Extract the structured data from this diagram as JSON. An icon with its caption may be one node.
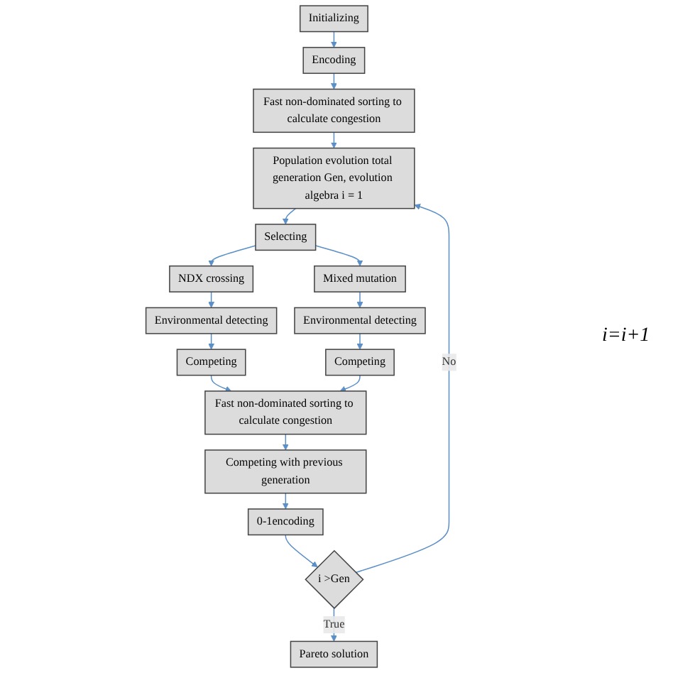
{
  "diagram": {
    "nodes": [
      {
        "text": [
          "Initializing"
        ]
      },
      {
        "text": [
          "Encoding"
        ]
      },
      {
        "text": [
          "Fast non-dominated sorting to calculate congestion"
        ]
      },
      {
        "text": [
          "Population evolution total generation Gen, evolution algebra i = 1"
        ]
      },
      {
        "text": [
          "Selecting"
        ]
      },
      {
        "text": [
          "NDX crossing"
        ]
      },
      {
        "text": [
          "Mixed mutation"
        ]
      },
      {
        "text": [
          "Environmental detecting"
        ]
      },
      {
        "text": [
          "Environmental detecting"
        ]
      },
      {
        "text": [
          "Competing"
        ]
      },
      {
        "text": [
          "Competing"
        ]
      },
      {
        "text": [
          "Fast non-dominated sorting to calculate congestion"
        ]
      },
      {
        "text": [
          "Competing with previous generation"
        ]
      },
      {
        "text": [
          "0-1encoding"
        ]
      },
      {
        "text": [
          "i >Gen"
        ]
      },
      {
        "text": [
          "Pareto solution"
        ]
      }
    ],
    "edges": [
      {
        "from": 0,
        "to": 1,
        "arrow": "to"
      },
      {
        "from": 1,
        "to": 2,
        "arrow": "to"
      },
      {
        "from": 2,
        "to": 3,
        "arrow": "to"
      },
      {
        "from": 3,
        "to": 4,
        "arrow": "to"
      },
      {
        "from": 4,
        "to": 5,
        "arrow": "to"
      },
      {
        "from": 4,
        "to": 6,
        "arrow": "to"
      },
      {
        "from": 5,
        "to": 7,
        "arrow": "to"
      },
      {
        "from": 6,
        "to": 8,
        "arrow": "to"
      },
      {
        "from": 7,
        "to": 9,
        "arrow": "to"
      },
      {
        "from": 8,
        "to": 10,
        "arrow": "to"
      },
      {
        "from": 9,
        "to": 11,
        "arrow": "to"
      },
      {
        "from": 10,
        "to": 11,
        "arrow": "to"
      },
      {
        "from": 11,
        "to": 12,
        "arrow": "to"
      },
      {
        "from": 12,
        "to": 13,
        "arrow": "to"
      },
      {
        "from": 13,
        "to": 14,
        "arrow": "to"
      },
      {
        "from": 14,
        "to": 15,
        "label": "True",
        "arrow": "to"
      },
      {
        "from": 14,
        "to": 3,
        "label": "No",
        "arrow": "to"
      }
    ],
    "labels": [
      "i=i+1"
    ]
  }
}
